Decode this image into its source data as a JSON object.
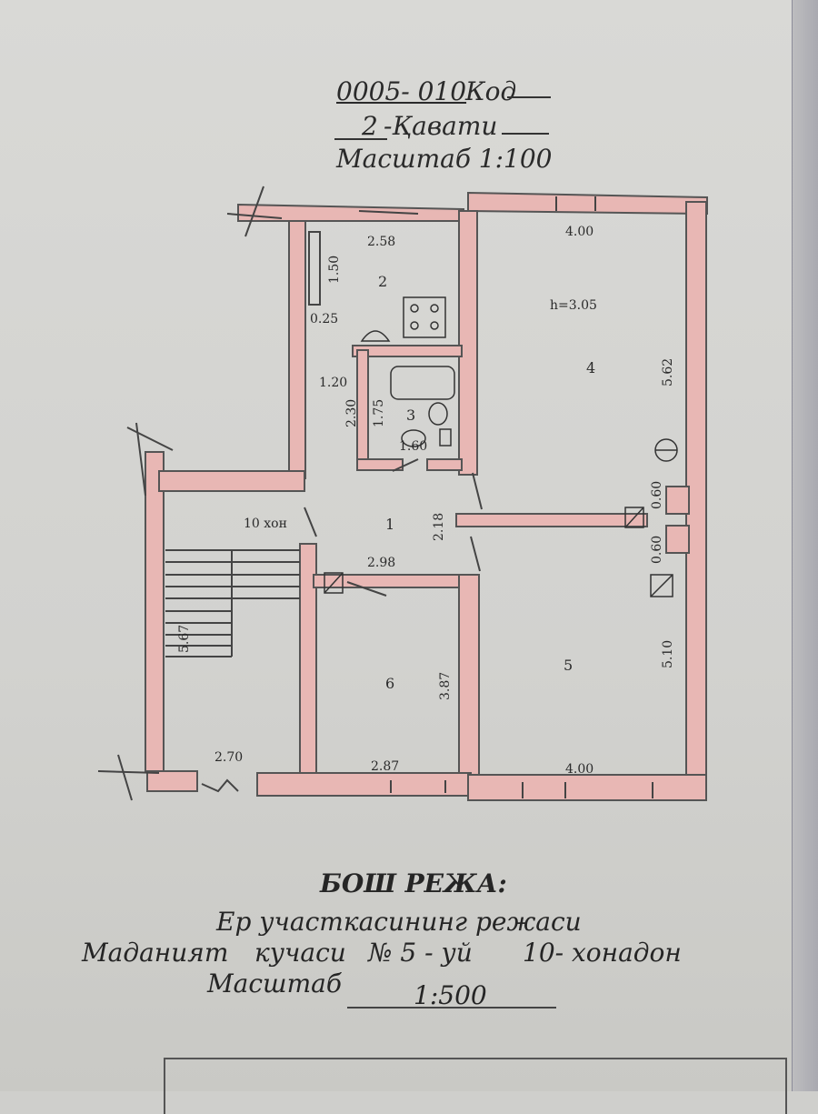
{
  "header": {
    "code_number": "0005- 010",
    "code_label": "Код",
    "floor_number": "2",
    "floor_label": "-Қавати",
    "scale": "Масштаб 1:100"
  },
  "plan": {
    "rooms": [
      "1",
      "2",
      "3",
      "4",
      "5",
      "6"
    ],
    "ceiling_height": "h=3.05",
    "stair_label": "10 хон",
    "dimensions": {
      "d_2_58": "2.58",
      "d_1_50": "1.50",
      "d_0_25": "0.25",
      "d_1_20": "1.20",
      "d_2_30": "2.30",
      "d_1_75": "1.75",
      "d_1_60": "1.60",
      "d_4_00_top": "4.00",
      "d_5_62": "5.62",
      "d_0_60_a": "0.60",
      "d_0_60_b": "0.60",
      "d_2_18": "2.18",
      "d_2_98": "2.98",
      "d_5_67": "5.67",
      "d_3_87": "3.87",
      "d_5_10": "5.10",
      "d_2_70": "2.70",
      "d_2_87": "2.87",
      "d_4_00_bottom": "4.00"
    }
  },
  "footer": {
    "heading": "БОШ РЕЖА:",
    "line1": "Ер участкасининг режаси",
    "street": "Маданият",
    "street_word": "кучаси",
    "house": "№ 5 - уй",
    "apartment": "10- хонадон",
    "scale_label": "Масштаб",
    "scale_value": "1:500"
  },
  "colors": {
    "wall_fill": "#e8b7b4",
    "wall_stroke": "#555555",
    "ink": "#2a2a2a"
  }
}
